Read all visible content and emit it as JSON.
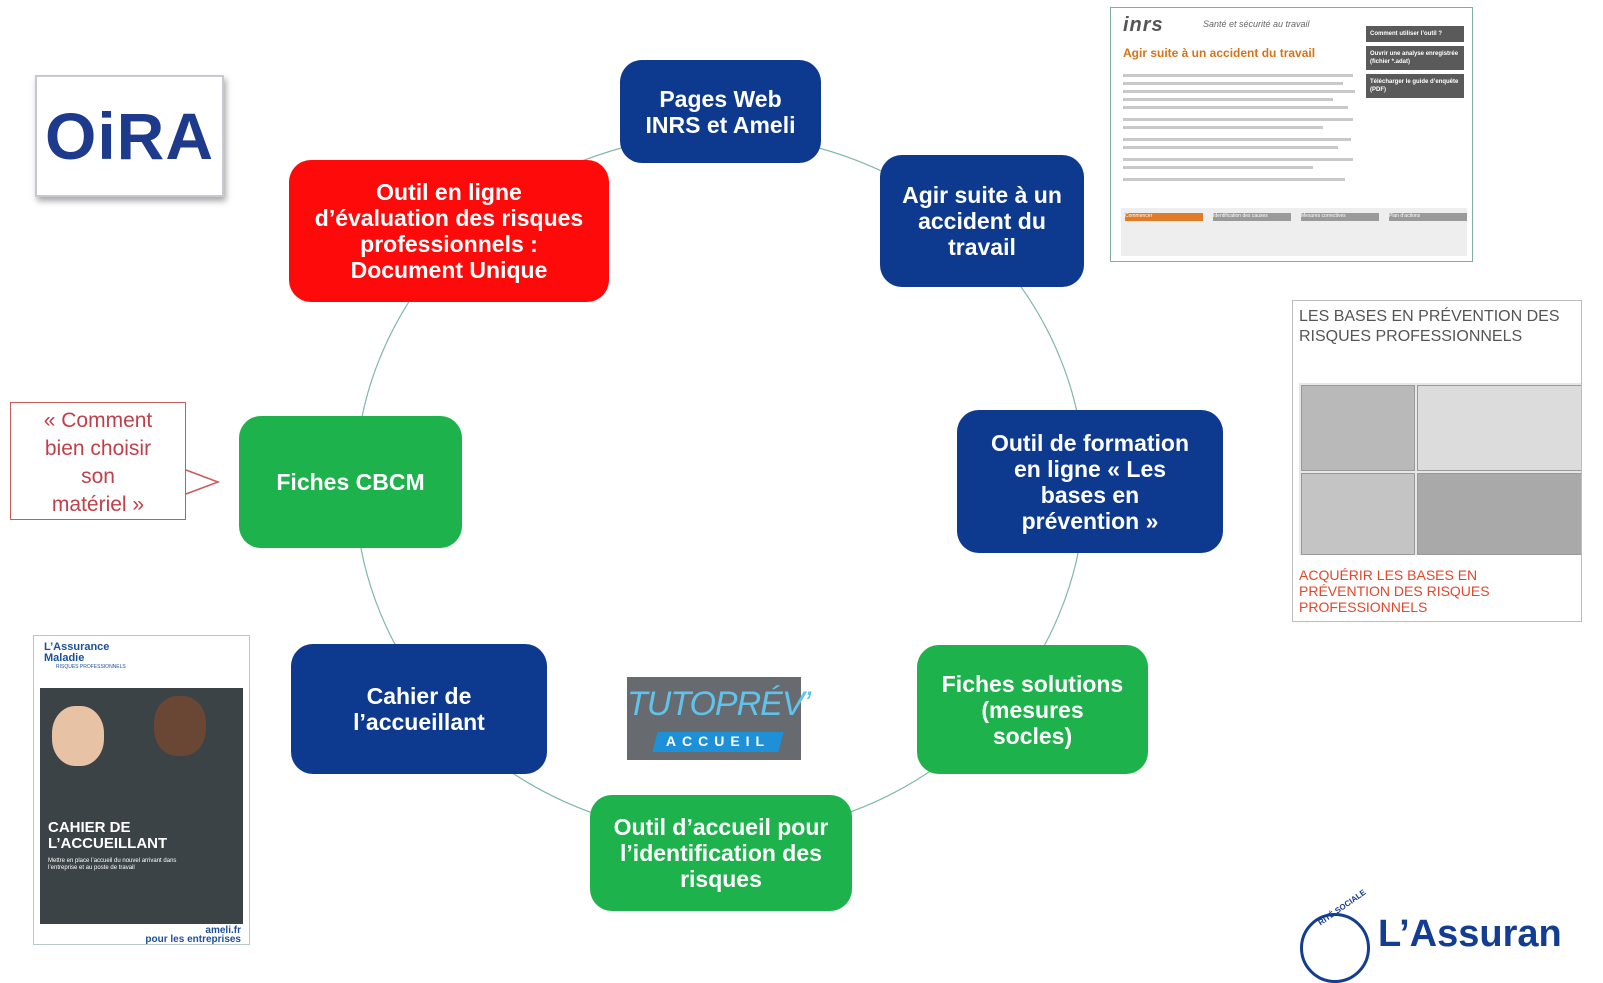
{
  "nodes": {
    "pages_web": "Pages Web\nINRS et Ameli",
    "agir": "Agir suite à un\naccident du\ntravail",
    "formation": "Outil de formation\nen ligne « Les\nbases en\nprévention »",
    "fiches_solutions": "Fiches solutions\n(mesures\nsocles)",
    "outil_accueil": "Outil d’accueil pour\nl’identification des\nrisques",
    "cahier": "Cahier de\nl’accueillant",
    "fiches_cbcm": "Fiches CBCM",
    "document_unique": "Outil en ligne\nd’évaluation des risques\nprofessionnels :\nDocument Unique"
  },
  "callout": "« Comment\nbien choisir\nson\nmatériel »",
  "logos": {
    "oira": "OiRA",
    "tutoprev": "TUTOPRÉV’",
    "tutoprev_sub": "ACCUEIL",
    "assurance": "L’Assuran",
    "assurance_arc": "RITÉ SOCIALE"
  },
  "inrs_card": {
    "logo": "inrs",
    "tagline": "Santé et sécurité au travail",
    "title": "Agir suite à un accident du travail",
    "side_buttons": [
      "Comment utiliser l’outil ?",
      "Ouvrir une analyse enregistrée (fichier *.adat)",
      "Télécharger le guide d’enquête (PDF)"
    ],
    "steps": [
      "Commencer",
      "Identification des causes",
      "Mesures correctives",
      "Plan d’actions"
    ]
  },
  "bases_card": {
    "title": "LES BASES EN PRÉVENTION DES RISQUES PROFESSIONNELS",
    "link": "ACQUÉRIR LES BASES EN PRÉVENTION DES RISQUES PROFESSIONNELS"
  },
  "cahier_card": {
    "brand": "L’Assurance\nMaladie",
    "brand_sub": "RISQUES PROFESSIONNELS",
    "title": "CAHIER DE\nL’ACCUEILLANT",
    "subtitle": "Mettre en place l’accueil du nouvel arrivant dans l’entreprise et au poste de travail",
    "footer": "ameli.fr\npour les entreprises"
  },
  "colors": {
    "navy": "#0d3a8f",
    "green": "#1db24b",
    "red": "#ff0a0a",
    "ring": "#7fb8a4"
  }
}
